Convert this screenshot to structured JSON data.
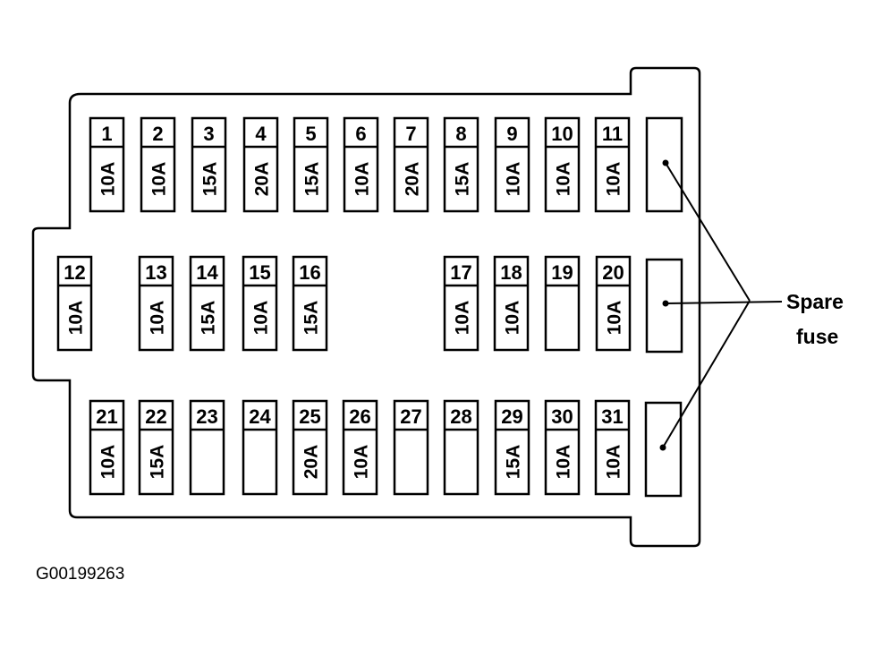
{
  "fuses": [
    {
      "number": "1",
      "rating": "10A"
    },
    {
      "number": "2",
      "rating": "10A"
    },
    {
      "number": "3",
      "rating": "15A"
    },
    {
      "number": "4",
      "rating": "20A"
    },
    {
      "number": "5",
      "rating": "15A"
    },
    {
      "number": "6",
      "rating": "10A"
    },
    {
      "number": "7",
      "rating": "20A"
    },
    {
      "number": "8",
      "rating": "15A"
    },
    {
      "number": "9",
      "rating": "10A"
    },
    {
      "number": "10",
      "rating": "10A"
    },
    {
      "number": "11",
      "rating": "10A"
    },
    {
      "number": "12",
      "rating": "10A"
    },
    {
      "number": "13",
      "rating": "10A"
    },
    {
      "number": "14",
      "rating": "15A"
    },
    {
      "number": "15",
      "rating": "10A"
    },
    {
      "number": "16",
      "rating": "15A"
    },
    {
      "number": "17",
      "rating": "10A"
    },
    {
      "number": "18",
      "rating": "10A"
    },
    {
      "number": "19",
      "rating": ""
    },
    {
      "number": "20",
      "rating": "10A"
    },
    {
      "number": "21",
      "rating": "10A"
    },
    {
      "number": "22",
      "rating": "15A"
    },
    {
      "number": "23",
      "rating": ""
    },
    {
      "number": "24",
      "rating": ""
    },
    {
      "number": "25",
      "rating": "20A"
    },
    {
      "number": "26",
      "rating": "10A"
    },
    {
      "number": "27",
      "rating": ""
    },
    {
      "number": "28",
      "rating": ""
    },
    {
      "number": "29",
      "rating": "15A"
    },
    {
      "number": "30",
      "rating": "10A"
    },
    {
      "number": "31",
      "rating": "10A"
    }
  ],
  "spare_label": {
    "line1": "Spare",
    "line2": "fuse"
  },
  "figure_code": "G00199263"
}
